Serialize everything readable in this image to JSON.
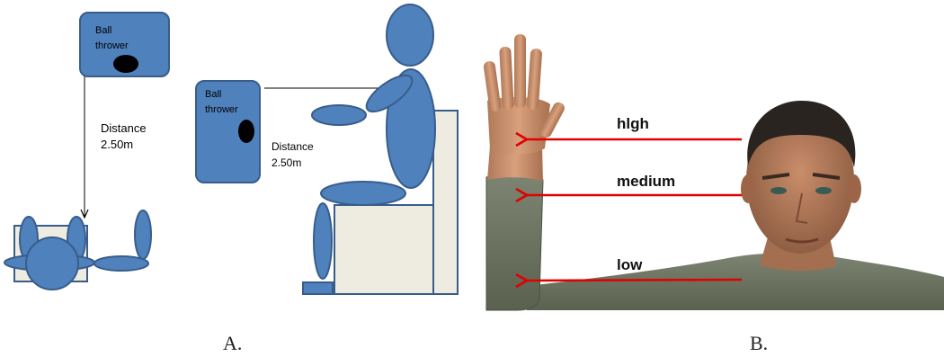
{
  "panel_a": {
    "letter": "A.",
    "top_view": {
      "thrower_label_1": "Ball",
      "thrower_label_2": "thrower",
      "distance_label_1": "Distance",
      "distance_label_2": "2.50m"
    },
    "side_view": {
      "thrower_label_1": "Ball",
      "thrower_label_2": "thrower",
      "distance_label_1": "Distance",
      "distance_label_2": "2.50m"
    }
  },
  "panel_b": {
    "letter": "B.",
    "heights": [
      "hlgh",
      "medium",
      "low"
    ]
  },
  "colors": {
    "body_fill": "#4f81bd",
    "body_stroke": "#385d8a",
    "chair_fill": "#eeece1",
    "arrow_red": "#e00000",
    "skin": "#c98d6a",
    "shirt": "#6f7566"
  }
}
